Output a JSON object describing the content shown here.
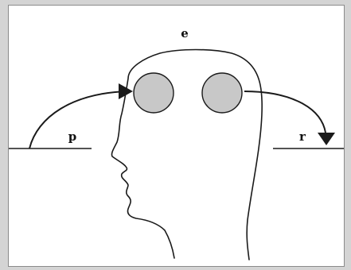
{
  "diagram": {
    "labels": {
      "top": "e",
      "left": "p",
      "right": "r"
    },
    "colors": {
      "ink": "#1a1a1a",
      "circle_fill": "#c8c8c8",
      "background": "#ffffff",
      "frame": "#d4d4d4"
    }
  }
}
